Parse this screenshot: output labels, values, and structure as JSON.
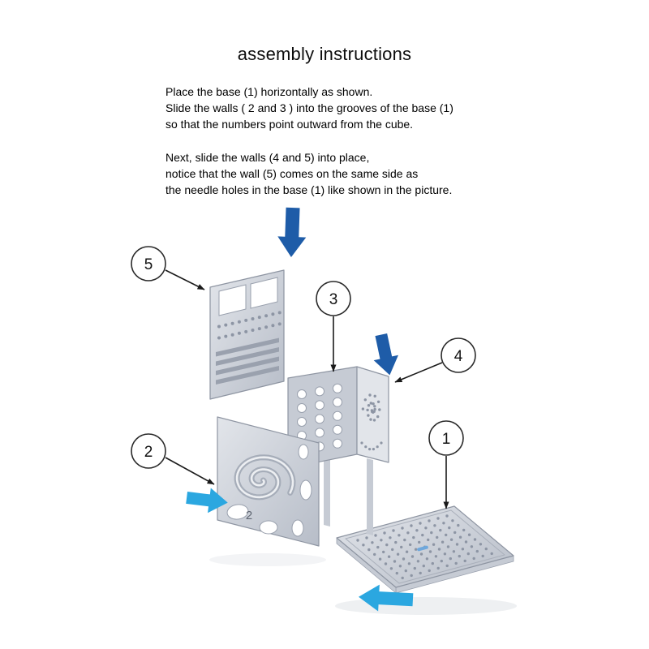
{
  "title": "assembly instructions",
  "instructions": {
    "para1_line1": "Place the base (1) horizontally as shown.",
    "para1_line2": "Slide the walls ( 2 and 3 ) into the grooves of the base (1)",
    "para1_line3": "so that the numbers point outward from the cube.",
    "para2_line1": "Next, slide the walls (4 and 5) into place,",
    "para2_line2": "notice that the wall (5) comes on the same side as",
    "para2_line3": "the needle holes in the base (1) like shown in the picture."
  },
  "callouts": {
    "n1": "1",
    "n2": "2",
    "n3": "3",
    "n4": "4",
    "n5": "5"
  },
  "part_marks": {
    "wall2_number": "2"
  },
  "colors": {
    "background": "#ffffff",
    "text": "#000000",
    "arrow_dark_blue": "#1e5ca8",
    "arrow_light_blue": "#2ba7e0",
    "part_light": "#e2e5ea",
    "part_mid": "#c6cbd4",
    "part_dark": "#b7bdc8",
    "part_dot": "#8d95a4",
    "callout_stroke": "#2a2a2a",
    "base_mark": "#6fa8dc"
  }
}
